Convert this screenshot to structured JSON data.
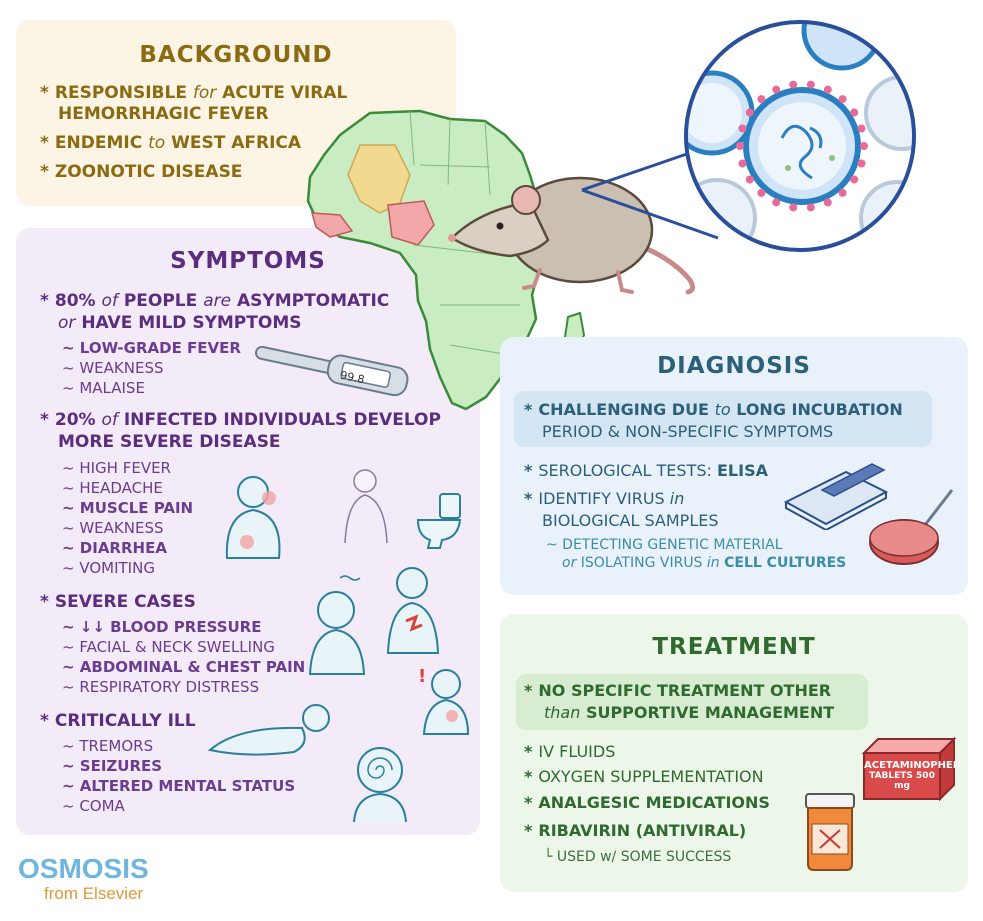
{
  "background": {
    "title": "BACKGROUND",
    "items": [
      {
        "l1": "RESPONSIBLE",
        "l1b": "for",
        "l1c": "ACUTE VIRAL",
        "l2": "HEMORRHAGIC FEVER"
      },
      {
        "l1": "ENDEMIC",
        "l1b": "to",
        "l1c": "WEST AFRICA"
      },
      {
        "l1": "ZOONOTIC DISEASE"
      }
    ]
  },
  "symptoms": {
    "title": "SYMPTOMS",
    "g1": {
      "l1a": "80%",
      "l1b": "of",
      "l1c": "PEOPLE",
      "l1d": "are",
      "l1e": "ASYMPTOMATIC",
      "l2a": "or",
      "l2b": "HAVE MILD SYMPTOMS"
    },
    "g1_items": [
      "~ LOW-GRADE FEVER",
      "~ WEAKNESS",
      "~ MALAISE"
    ],
    "g2": {
      "l1a": "20%",
      "l1b": "of",
      "l1c": "INFECTED INDIVIDUALS DEVELOP",
      "l2": "MORE SEVERE DISEASE"
    },
    "g2_items": [
      "~ HIGH FEVER",
      "~ HEADACHE",
      "~ MUSCLE PAIN",
      "~ WEAKNESS",
      "~ DIARRHEA",
      "~ VOMITING"
    ],
    "g3": "SEVERE CASES",
    "g3_items": [
      "~ ↓↓ BLOOD PRESSURE",
      "~ FACIAL & NECK SWELLING",
      "~ ABDOMINAL & CHEST PAIN",
      "~ RESPIRATORY DISTRESS"
    ],
    "g4": "CRITICALLY ILL",
    "g4_items": [
      "~ TREMORS",
      "~ SEIZURES",
      "~ ALTERED MENTAL STATUS",
      "~ COMA"
    ],
    "thermometer_reading": "99.8"
  },
  "diagnosis": {
    "title": "DIAGNOSIS",
    "h1a": "CHALLENGING DUE",
    "h1b": "to",
    "h1c": "LONG INCUBATION",
    "h2": "PERIOD & NON-SPECIFIC SYMPTOMS",
    "s1a": "SEROLOGICAL TESTS:",
    "s1b": "ELISA",
    "s2a": "IDENTIFY VIRUS",
    "s2b": "in",
    "s2c": "BIOLOGICAL SAMPLES",
    "s3a": "~ DETECTING GENETIC MATERIAL",
    "s3b": "or",
    "s3c": "ISOLATING VIRUS",
    "s3d": "in",
    "s3e": "CELL CULTURES"
  },
  "treatment": {
    "title": "TREATMENT",
    "h1": "NO SPECIFIC TREATMENT OTHER",
    "h2a": "than",
    "h2b": "SUPPORTIVE MANAGEMENT",
    "items": [
      "IV FLUIDS",
      "OXYGEN SUPPLEMENTATION",
      "ANALGESIC MEDICATIONS",
      "RIBAVIRIN (ANTIVIRAL)"
    ],
    "note": "└ USED w/ SOME SUCCESS",
    "box_l1": "ACETAMINOPHEN",
    "box_l2": "TABLETS 500 mg"
  },
  "logo": {
    "main": "OSMOSIS",
    "sub": "from Elsevier"
  },
  "colors": {
    "bg_panel": "#fcf4e4",
    "sym_panel": "#f3ebf8",
    "diag_panel": "#e9f2fa",
    "treat_panel": "#ecf6e9",
    "africa": "#c9ecc3",
    "endemic": "#f6d78b",
    "hotspot": "#f2a8a8"
  }
}
